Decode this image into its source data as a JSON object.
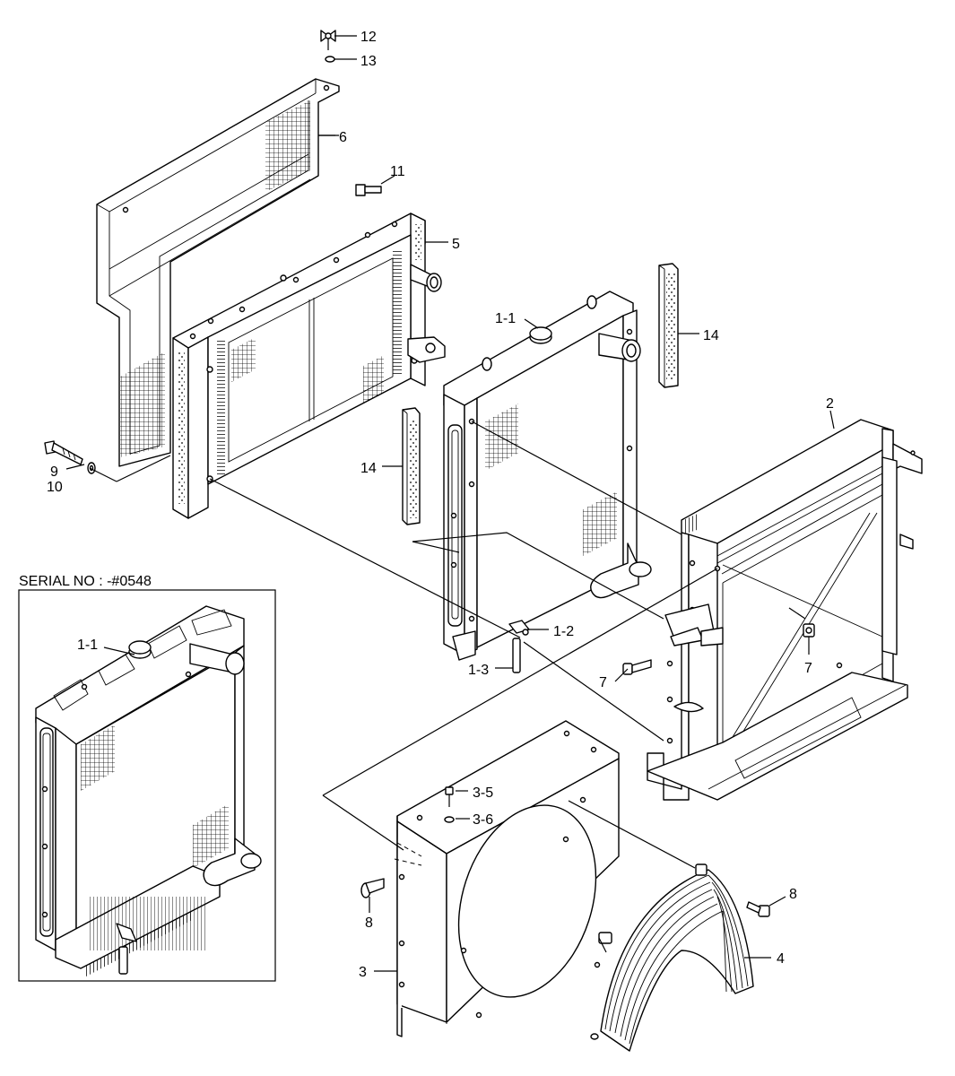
{
  "diagram": {
    "inset_title": "SERIAL NO : -#0548",
    "callouts": {
      "c12": "12",
      "c13": "13",
      "c6": "6",
      "c11": "11",
      "c5": "5",
      "c1_1": "1-1",
      "c14a": "14",
      "c14b": "14",
      "c2": "2",
      "c9": "9",
      "c10": "10",
      "c1_2": "1-2",
      "c1_3": "1-3",
      "c7a": "7",
      "c7b": "7",
      "c3_5": "3-5",
      "c3_6": "3-6",
      "c8a": "8",
      "c8b": "8",
      "c4": "4",
      "c3": "3",
      "inset_c1_1": "1-1"
    }
  }
}
